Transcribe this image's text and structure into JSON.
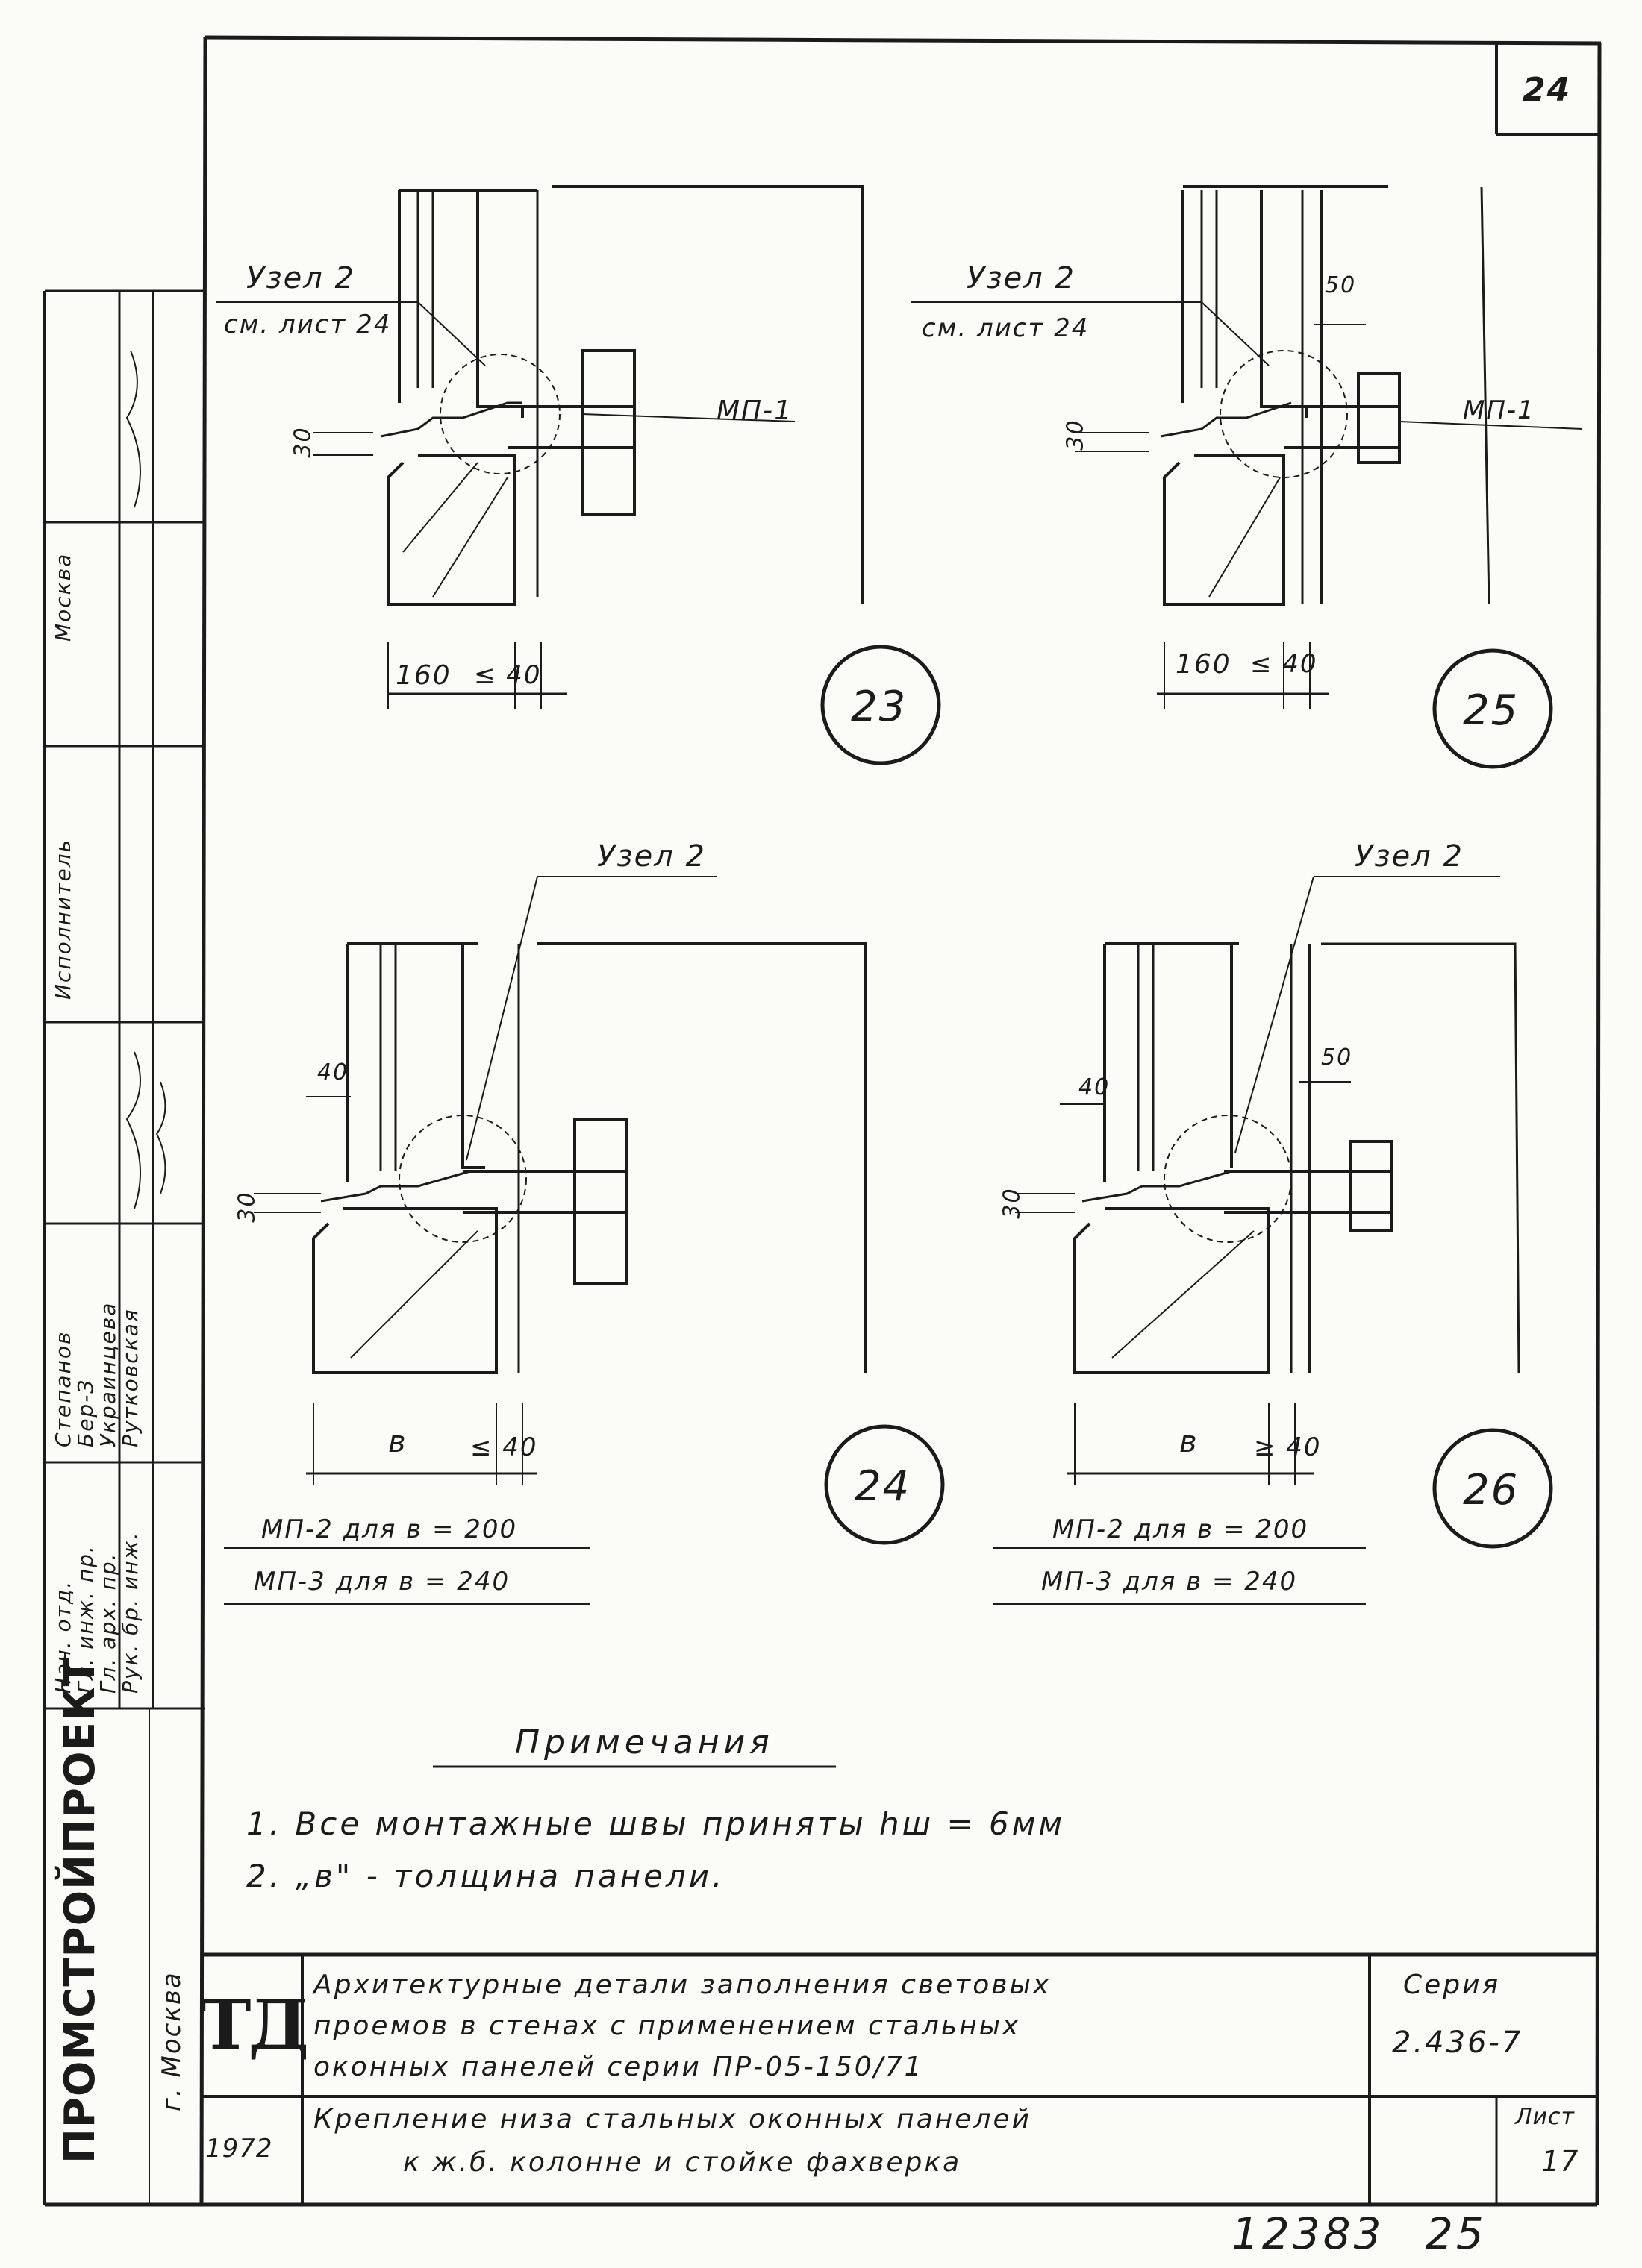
{
  "sheet_corner": "24",
  "details": [
    {
      "number": "23",
      "node_label": "Узел 2",
      "ref_label": "см. лист 24",
      "dims": {
        "gap": "30",
        "width": "160",
        "joint": "≤ 40"
      },
      "part": "МП-1"
    },
    {
      "number": "25",
      "node_label": "Узел 2",
      "ref_label": "см. лист 24",
      "dims": {
        "gap": "30",
        "width": "160",
        "joint": "≤ 40",
        "offset": "50"
      },
      "part": "МП-1"
    },
    {
      "number": "24",
      "node_label": "Узел 2",
      "dims": {
        "top": "40",
        "gap": "30",
        "width": "в",
        "joint": "≤ 40"
      },
      "notes": [
        "МП-2 для в = 200",
        "МП-3 для в = 240"
      ]
    },
    {
      "number": "26",
      "node_label": "Узел 2",
      "dims": {
        "top": "40",
        "gap": "30",
        "width": "в",
        "joint": "≥ 40",
        "offset": "50"
      },
      "notes": [
        "МП-2 для в = 200",
        "МП-3 для в = 240"
      ]
    }
  ],
  "notes": {
    "heading": "Примечания",
    "items": [
      "1. Все монтажные швы приняты hш = 6мм",
      "2. „в\" - толщина панели."
    ]
  },
  "title_block": {
    "logo": "ТД",
    "title_lines": [
      "Архитектурные детали заполнения световых",
      "проемов в стенах с применением стальных",
      "оконных панелей серии ПР-05-150/71"
    ],
    "series_label": "Серия",
    "series_value": "2.436-7",
    "year": "1972",
    "subtitle_lines": [
      "Крепление низа стальных оконных панелей",
      "к ж.б. колонне и стойке фахверка"
    ],
    "sheet_label": "Лист",
    "sheet_value": "17"
  },
  "side_stamp": {
    "org": "ПРОМСТРОЙПРОЕКТ",
    "city": "г. Москва",
    "roles": [
      "Нач. отд.",
      "Гл. инж. пр.",
      "Гл. арх. пр.",
      "Рук. бр. инж."
    ],
    "names": [
      "Степанов",
      "Бер-З",
      "Украинцева",
      "Рутковская"
    ],
    "col_labels": [
      "Исполнитель",
      "Москва"
    ]
  },
  "footer": {
    "inventory": "12383",
    "page": "25"
  }
}
